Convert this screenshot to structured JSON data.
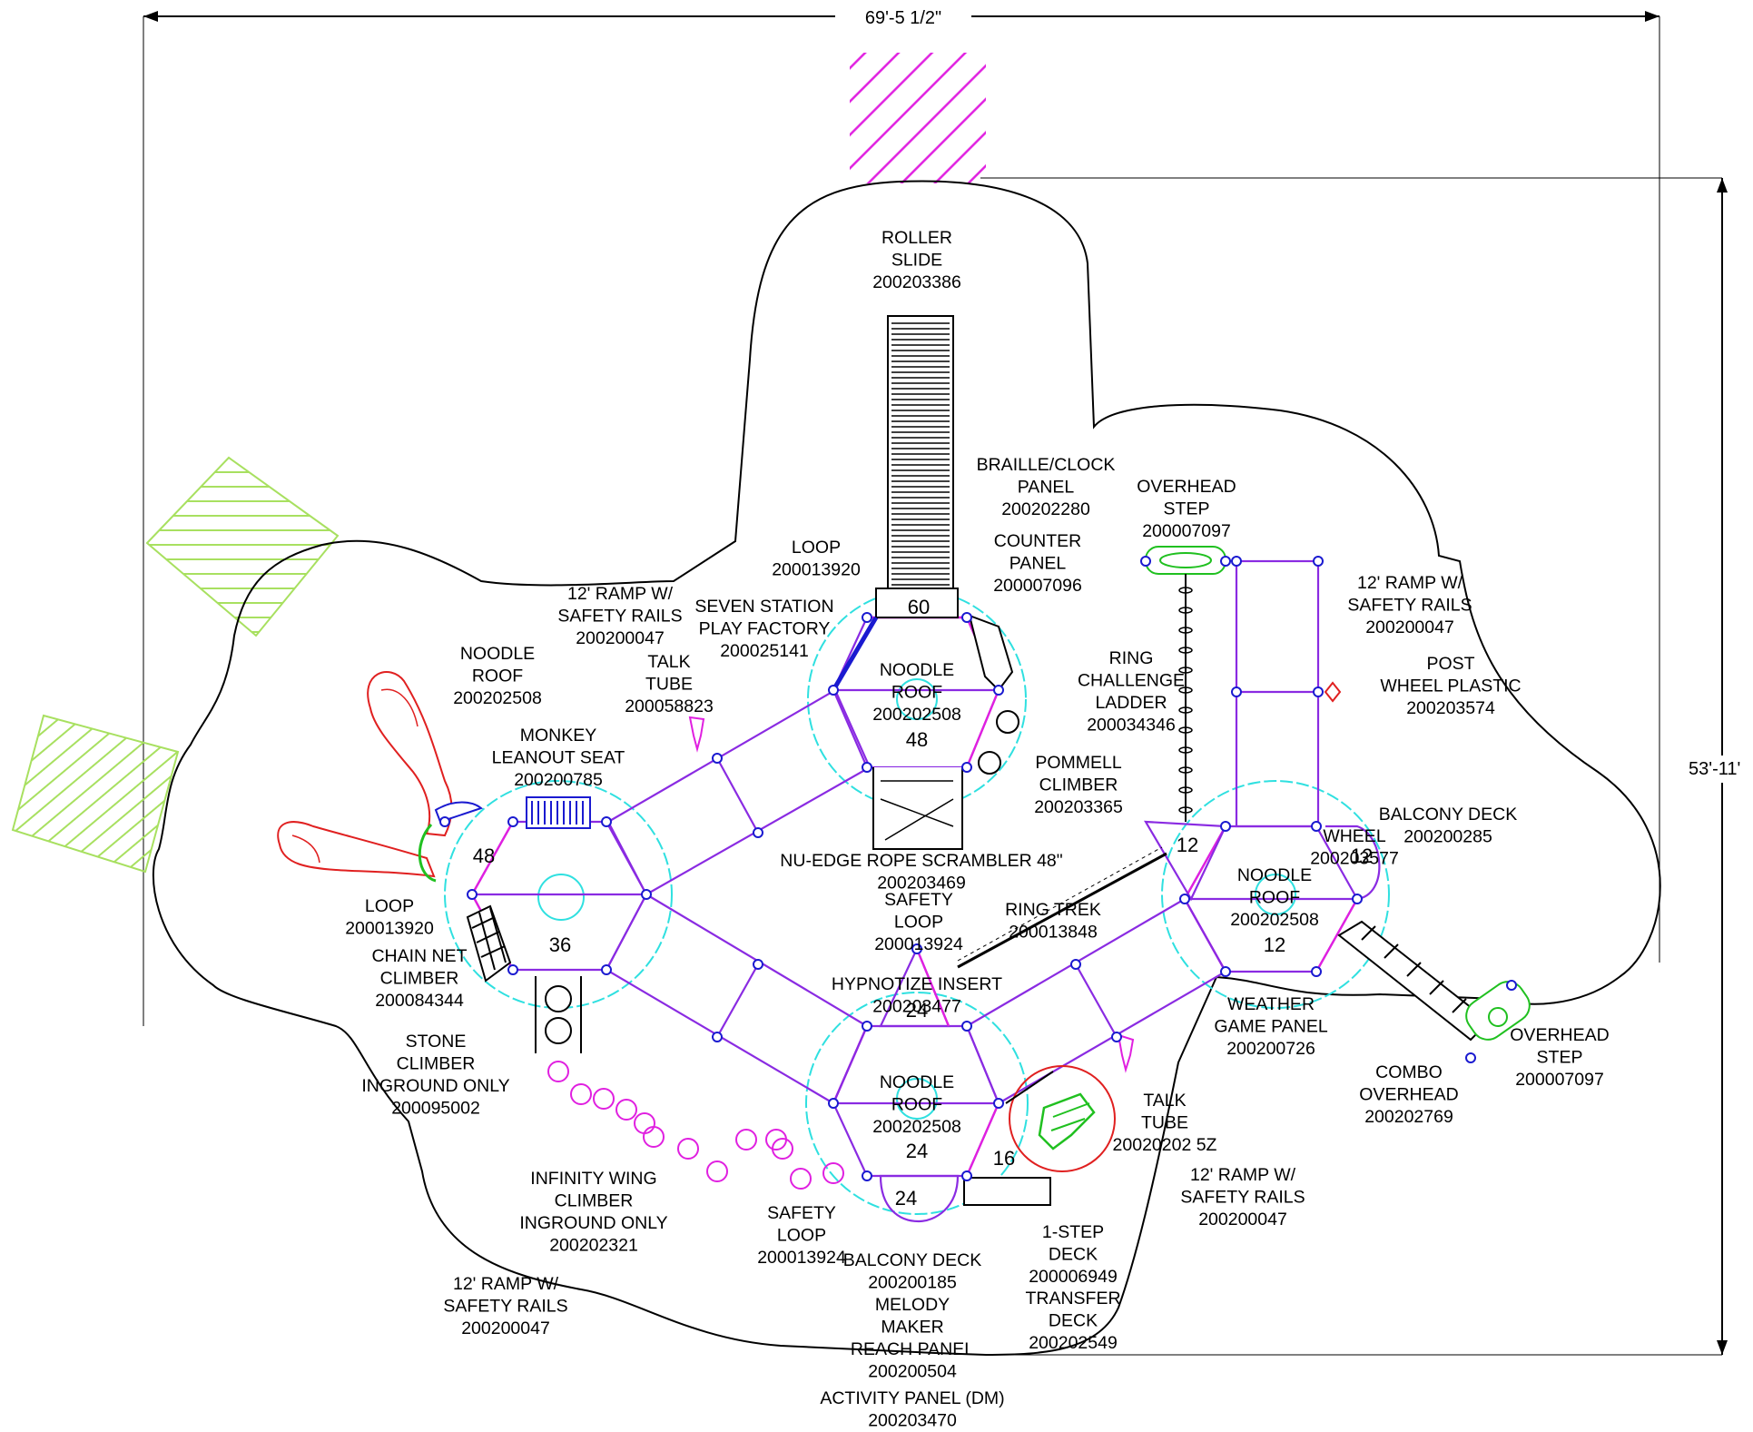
{
  "dimensions": {
    "width": "69'-5 1/2\"",
    "height": "53'-11'"
  },
  "platform_heights": {
    "h60": "60",
    "h48a": "48",
    "h48b": "48",
    "h36": "36",
    "h24a": "24",
    "h24b": "24",
    "h24c": "24",
    "h16": "16",
    "h12a": "12",
    "h12b": "12",
    "h12c": "12"
  },
  "labels": [
    {
      "name": "label-roller-slide",
      "lines": [
        "ROLLER",
        "SLIDE",
        "200203386"
      ]
    },
    {
      "name": "label-braille-clock-panel",
      "lines": [
        "BRAILLE/CLOCK",
        "PANEL",
        "200202280"
      ]
    },
    {
      "name": "label-overhead-step-top",
      "lines": [
        "OVERHEAD",
        "STEP",
        "200007097"
      ]
    },
    {
      "name": "label-counter-panel",
      "lines": [
        "COUNTER",
        "PANEL",
        "200007096"
      ]
    },
    {
      "name": "label-loop-top",
      "lines": [
        "LOOP",
        "200013920"
      ]
    },
    {
      "name": "label-12-ramp-left-top",
      "lines": [
        "12' RAMP W/",
        "SAFETY RAILS",
        "200200047"
      ]
    },
    {
      "name": "label-seven-station",
      "lines": [
        "SEVEN STATION",
        "PLAY FACTORY",
        "200025141"
      ]
    },
    {
      "name": "label-12-ramp-right-top",
      "lines": [
        "12' RAMP W/",
        "SAFETY RAILS",
        "200200047"
      ]
    },
    {
      "name": "label-noodle-roof-left",
      "lines": [
        "NOODLE",
        "ROOF",
        "200202508"
      ]
    },
    {
      "name": "label-talk-tube-top",
      "lines": [
        "TALK",
        "TUBE",
        "200058823"
      ]
    },
    {
      "name": "label-ring-challenge-ladder",
      "lines": [
        "RING",
        "CHALLENGE",
        "LADDER",
        "200034346"
      ]
    },
    {
      "name": "label-post-wheel-plastic",
      "lines": [
        "POST",
        "WHEEL PLASTIC",
        "200203574"
      ]
    },
    {
      "name": "label-noodle-roof-top",
      "lines": [
        "NOODLE",
        "ROOF",
        "200202508"
      ]
    },
    {
      "name": "label-monkey-leanout-seat",
      "lines": [
        "MONKEY",
        "LEANOUT SEAT",
        "200200785"
      ]
    },
    {
      "name": "label-pommell-climber",
      "lines": [
        "POMMELL",
        "CLIMBER",
        "200203365"
      ]
    },
    {
      "name": "label-balcony-deck-right",
      "lines": [
        "BALCONY DECK",
        "200200285"
      ]
    },
    {
      "name": "label-wheel",
      "lines": [
        "WHEEL",
        "200203577"
      ]
    },
    {
      "name": "label-nu-edge-rope-scrambler",
      "lines": [
        "NU-EDGE ROPE SCRAMBLER 48\"",
        "200203469"
      ]
    },
    {
      "name": "label-noodle-roof-right",
      "lines": [
        "NOODLE",
        "ROOF",
        "200202508"
      ]
    },
    {
      "name": "label-loop-left",
      "lines": [
        "LOOP",
        "200013920"
      ]
    },
    {
      "name": "label-safety-loop-middle",
      "lines": [
        "SAFETY",
        "LOOP",
        "200013924"
      ]
    },
    {
      "name": "label-ring-trek",
      "lines": [
        "RING TREK",
        "200013848"
      ]
    },
    {
      "name": "label-chain-net-climber",
      "lines": [
        "CHAIN NET",
        "CLIMBER",
        "200084344"
      ]
    },
    {
      "name": "label-hypnotize-insert",
      "lines": [
        "HYPNOTIZE INSERT",
        "200203477"
      ]
    },
    {
      "name": "label-weather-game-panel",
      "lines": [
        "WEATHER",
        "GAME PANEL",
        "200200726"
      ]
    },
    {
      "name": "label-overhead-step-right",
      "lines": [
        "OVERHEAD",
        "STEP",
        "200007097"
      ]
    },
    {
      "name": "label-stone-climber",
      "lines": [
        "STONE",
        "CLIMBER",
        "INGROUND ONLY",
        "200095002"
      ]
    },
    {
      "name": "label-combo-overhead",
      "lines": [
        "COMBO",
        "OVERHEAD",
        "200202769"
      ]
    },
    {
      "name": "label-noodle-roof-bottom",
      "lines": [
        "NOODLE",
        "ROOF",
        "200202508"
      ]
    },
    {
      "name": "label-talk-tube-bottom",
      "lines": [
        "TALK",
        "TUBE",
        "20020202 5Z"
      ]
    },
    {
      "name": "label-12-ramp-right-bottom",
      "lines": [
        "12' RAMP W/",
        "SAFETY RAILS",
        "200200047"
      ]
    },
    {
      "name": "label-infinity-wing-climber",
      "lines": [
        "INFINITY WING",
        "CLIMBER",
        "INGROUND ONLY",
        "200202321"
      ]
    },
    {
      "name": "label-safety-loop-bottom",
      "lines": [
        "SAFETY",
        "LOOP",
        "200013924"
      ]
    },
    {
      "name": "label-balcony-deck-bottom",
      "lines": [
        "BALCONY DECK",
        "200200185"
      ]
    },
    {
      "name": "label-1-step-deck",
      "lines": [
        "1-STEP",
        "DECK",
        "200006949"
      ]
    },
    {
      "name": "label-transfer-deck",
      "lines": [
        "TRANSFER",
        "DECK",
        "200202549"
      ]
    },
    {
      "name": "label-melody-maker",
      "lines": [
        "MELODY",
        "MAKER",
        "REACH PANEL",
        "200200504"
      ]
    },
    {
      "name": "label-12-ramp-left-bottom",
      "lines": [
        "12' RAMP W/",
        "SAFETY RAILS",
        "200200047"
      ]
    },
    {
      "name": "label-activity-panel",
      "lines": [
        "ACTIVITY PANEL (DM)",
        "200203470"
      ]
    }
  ],
  "colors": {
    "outline": "#000000",
    "deck_zone": "#2fe0e0",
    "structure": "#8a2be2",
    "accent": "#e020e0",
    "slide": "#e02020",
    "green_element": "#20c020",
    "blue_element": "#1a1ad0",
    "hatch_green": "#a8e060",
    "hatch_magenta": "#e020e0"
  }
}
